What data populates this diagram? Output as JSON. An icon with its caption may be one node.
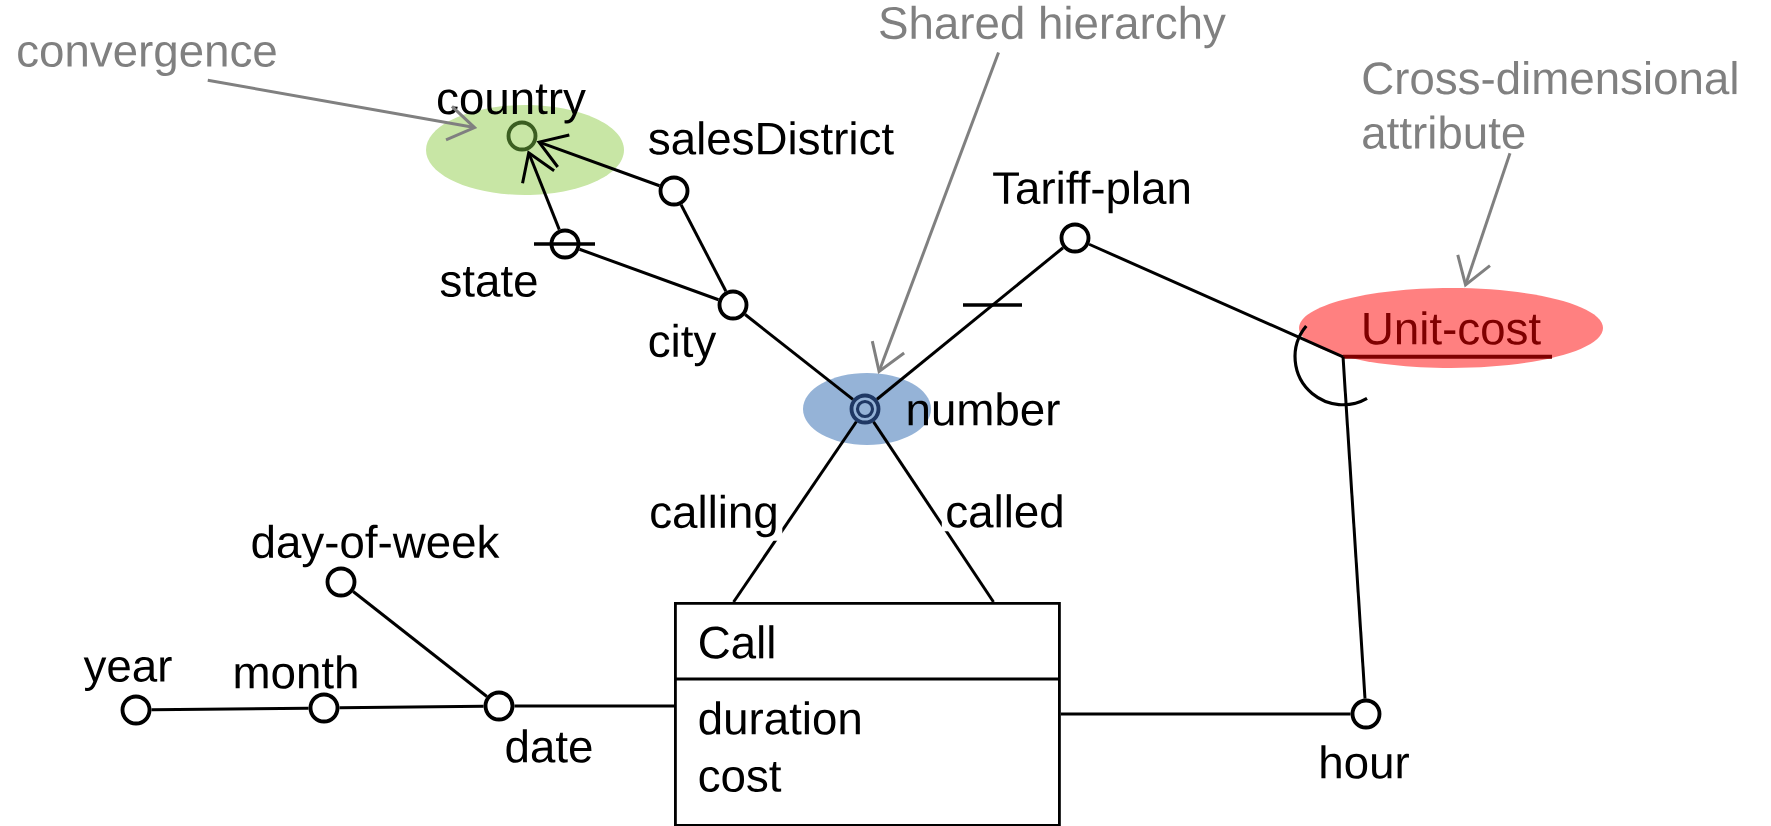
{
  "diagram": {
    "nodes": [
      {
        "text": [
          "convergence"
        ]
      },
      {
        "text": [
          "Shared hierarchy"
        ]
      },
      {
        "text": [
          "Cross-dimensional attribute"
        ]
      },
      {
        "text": [],
        "shape": "circle",
        "beside": [
          "country"
        ]
      },
      {
        "text": [],
        "shape": "circle",
        "beside": [
          "salesDistrict"
        ]
      },
      {
        "text": [],
        "shape": "circle",
        "beside": [
          "Tariff-plan"
        ]
      },
      {
        "text": [],
        "shape": "circle",
        "beside": [
          "state"
        ]
      },
      {
        "text": [],
        "shape": "circle",
        "beside": [
          "city"
        ]
      },
      {
        "text": [
          "Unit-cost"
        ]
      },
      {
        "text": [],
        "shape": "circle",
        "beside": [
          "number"
        ]
      },
      {
        "text": [],
        "shape": "circle",
        "beside": [
          "day-of-week"
        ]
      },
      {
        "text": [
          "Call",
          "duration",
          "cost"
        ]
      },
      {
        "text": [],
        "shape": "circle",
        "beside": [
          "year"
        ]
      },
      {
        "text": [],
        "shape": "circle",
        "beside": [
          "month"
        ]
      },
      {
        "text": [],
        "shape": "circle",
        "beside": [
          "date"
        ]
      },
      {
        "text": [],
        "shape": "circle",
        "beside": [
          "hour"
        ]
      }
    ],
    "edges": [
      {
        "from": 0,
        "to": 3,
        "arrow": "to",
        "color": "#808080"
      },
      {
        "from": 1,
        "to": 9,
        "arrow": "to",
        "color": "#808080"
      },
      {
        "from": 2,
        "to": 8,
        "arrow": "to",
        "color": "#808080"
      },
      {
        "from": 6,
        "to": 3,
        "arrow": "to"
      },
      {
        "from": 4,
        "to": 3,
        "arrow": "to"
      },
      {
        "from": 7,
        "to": 6,
        "arrow": "none"
      },
      {
        "from": 7,
        "to": 4,
        "arrow": "none"
      },
      {
        "from": 9,
        "to": 7,
        "arrow": "none"
      },
      {
        "from": 9,
        "to": 5,
        "arrow": "none"
      },
      {
        "from": 5,
        "to": 8,
        "arrow": "none"
      },
      {
        "from": 15,
        "to": 8,
        "arrow": "none"
      },
      {
        "from": 9,
        "to": 11,
        "arrow": "none",
        "label": "calling"
      },
      {
        "from": 9,
        "to": 11,
        "arrow": "none",
        "label": "called"
      },
      {
        "from": 11,
        "to": 14,
        "arrow": "none"
      },
      {
        "from": 14,
        "to": 13,
        "arrow": "none"
      },
      {
        "from": 13,
        "to": 12,
        "arrow": "none"
      },
      {
        "from": 14,
        "to": 10,
        "arrow": "none"
      },
      {
        "from": 11,
        "to": 15,
        "arrow": "none"
      }
    ]
  }
}
